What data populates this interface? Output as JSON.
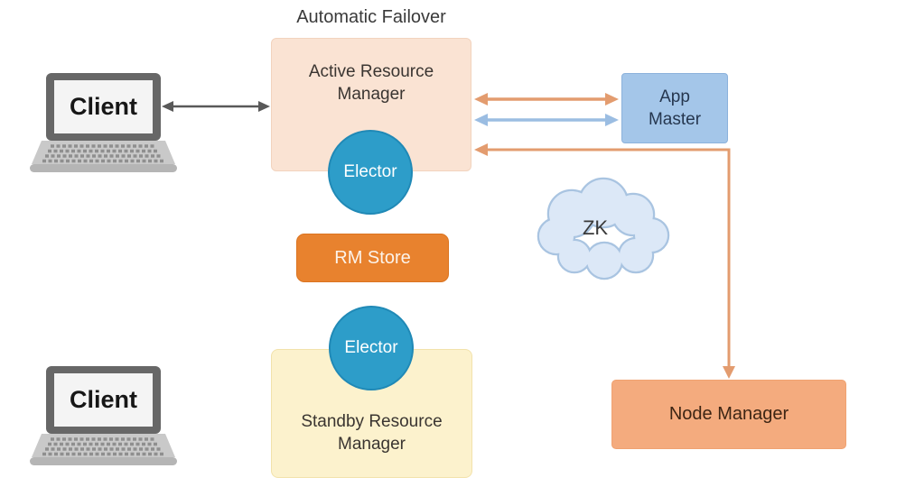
{
  "diagram": {
    "title": "Automatic Failover",
    "nodes": {
      "client_top": "Client",
      "client_bottom": "Client",
      "active_rm": "Active Resource Manager",
      "elector_active": "Elector",
      "rm_store": "RM Store",
      "elector_standby": "Elector",
      "standby_rm": "Standby Resource Manager",
      "app_master": "App Master",
      "zk": "ZK",
      "node_manager": "Node Manager"
    },
    "edges": [
      {
        "from": "Client",
        "to": "Active Resource Manager",
        "color": "#595959",
        "direction": "bidirectional"
      },
      {
        "from": "Active Resource Manager",
        "to": "App Master",
        "color": "#e39c6f",
        "direction": "bidirectional"
      },
      {
        "from": "Active Resource Manager",
        "to": "App Master",
        "color": "#9bbde2",
        "direction": "bidirectional"
      },
      {
        "from": "Active Resource Manager",
        "to": "Node Manager",
        "color": "#e39c6f",
        "direction": "bidirectional",
        "shape": "elbow"
      }
    ],
    "colors": {
      "active_rm_fill": "#fae3d3",
      "standby_rm_fill": "#fcf2cd",
      "rm_store_fill": "#e8822e",
      "app_master_fill": "#a4c6e9",
      "node_manager_fill": "#f4ab7e",
      "elector_fill": "#2d9dc9",
      "zk_cloud_fill": "#dce8f7",
      "zk_cloud_stroke": "#a9c4e1",
      "arrow_orange": "#e39c6f",
      "arrow_blue": "#9bbde2",
      "arrow_gray": "#595959"
    }
  }
}
